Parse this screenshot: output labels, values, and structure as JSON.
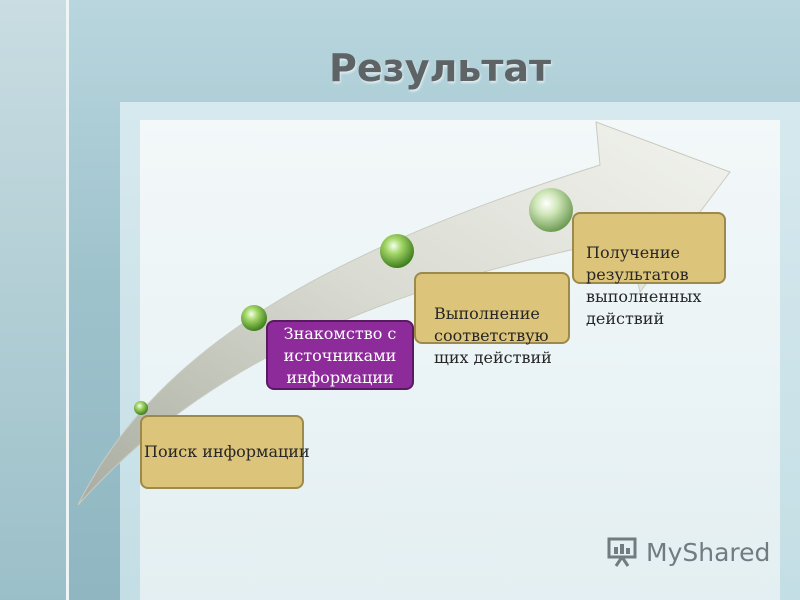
{
  "slide": {
    "title": "Результат"
  },
  "steps": [
    {
      "label": "Поиск информации"
    },
    {
      "label": "Знакомство с источниками информации"
    },
    {
      "label": "Выполнение\nсоответствую\nщих действий"
    },
    {
      "label": "Получение\nрезультатов\nвыполненных\nдействий"
    }
  ],
  "watermark": {
    "text": "MyShared",
    "logo_icon": "presentation-board-icon"
  },
  "colors": {
    "step_gold": "#dcc47a",
    "step_purple": "#8e2b9a",
    "bead_green": "#7fbf3a"
  }
}
